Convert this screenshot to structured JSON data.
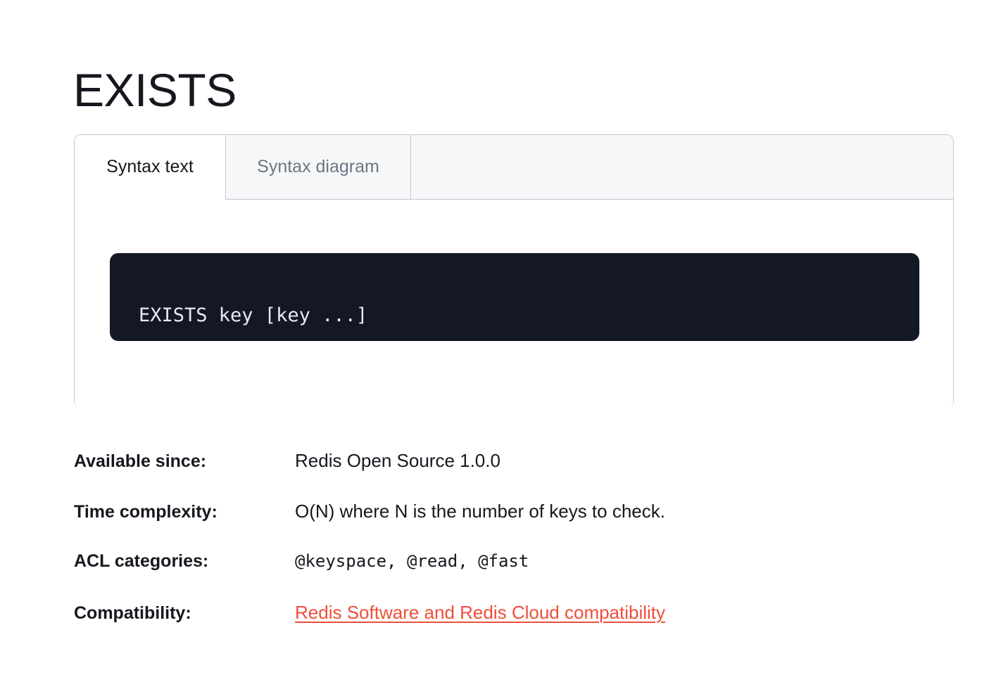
{
  "page": {
    "title": "EXISTS"
  },
  "tabs": [
    {
      "label": "Syntax text",
      "state": "active"
    },
    {
      "label": "Syntax diagram",
      "state": "inactive"
    }
  ],
  "syntax": {
    "code": "EXISTS key [key ...]"
  },
  "meta": {
    "rows": [
      {
        "label": "Available since:",
        "value": "Redis Open Source 1.0.0",
        "style": "text"
      },
      {
        "label": "Time complexity:",
        "value": "O(N) where N is the number of keys to check.",
        "style": "text"
      },
      {
        "label": "ACL categories:",
        "value": "@keyspace, @read, @fast",
        "style": "mono"
      },
      {
        "label": "Compatibility:",
        "value": "Redis Software and Redis Cloud compatibility",
        "style": "link"
      }
    ]
  },
  "colors": {
    "text": "#16181F",
    "muted": "#6B7684",
    "link": "#EF4E3A",
    "border": "#C3C9D1",
    "tab_inactive_bg": "#F6F7F8",
    "code_bg": "#141726",
    "code_fg": "#E8EAF0"
  }
}
